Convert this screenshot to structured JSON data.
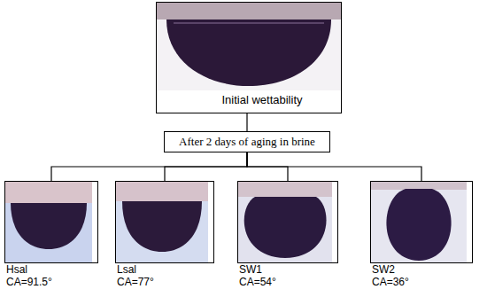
{
  "diagram": {
    "nodes": [
      {
        "text": [
          "Initial wettability"
        ]
      },
      {
        "text": [
          "After 2 days of aging in brine"
        ]
      },
      {
        "text": [
          "Hsal",
          "CA=91.5°"
        ]
      },
      {
        "text": [
          "Lsal",
          "CA=77°"
        ]
      },
      {
        "text": [
          "SW1",
          "CA=54°"
        ]
      },
      {
        "text": [
          "SW2",
          "CA=36°"
        ]
      }
    ],
    "edges": [
      {
        "from": 0,
        "to": 1,
        "arrow": "none"
      },
      {
        "from": 1,
        "to": 2,
        "arrow": "none"
      },
      {
        "from": 1,
        "to": 3,
        "arrow": "none"
      },
      {
        "from": 1,
        "to": 4,
        "arrow": "none"
      },
      {
        "from": 1,
        "to": 5,
        "arrow": "none"
      }
    ]
  }
}
